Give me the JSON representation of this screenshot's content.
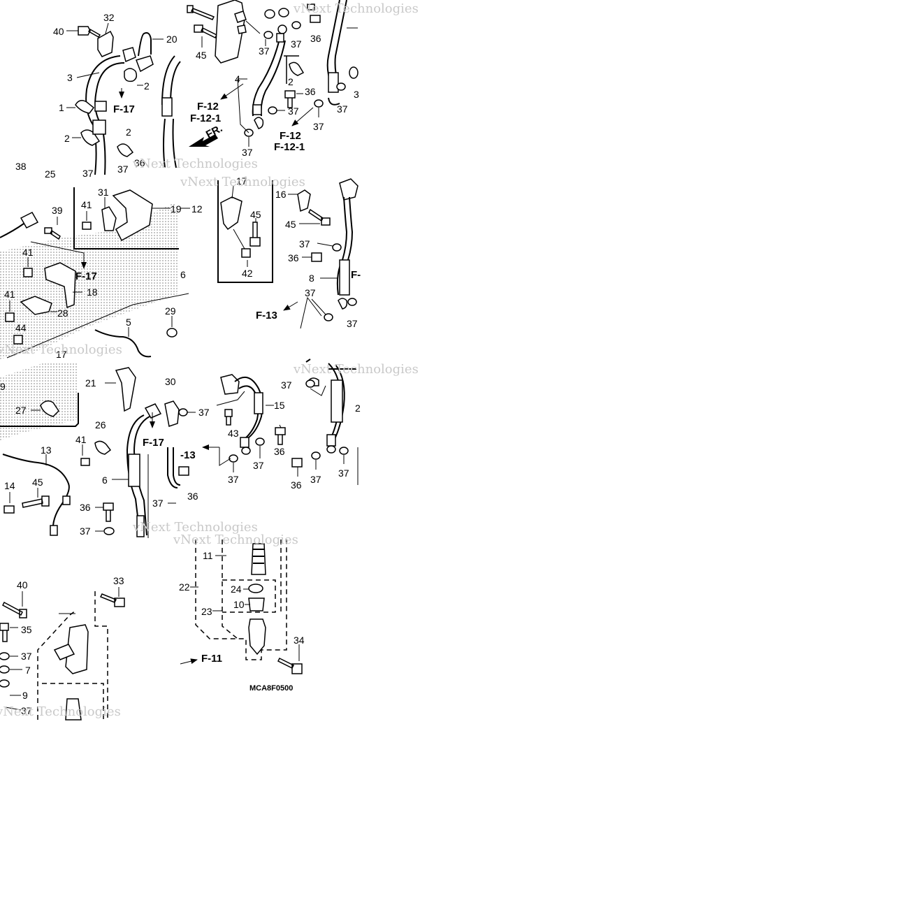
{
  "diagram": {
    "code": "MCA8F0500",
    "front_label": "FR.",
    "watermark": "vNext Technologies",
    "refs": {
      "f17_a": "F-17",
      "f17_b": "F-17",
      "f17_c": "F-17",
      "f12_a": "F-12",
      "f121_a": "F-12-1",
      "f12_b": "F-12",
      "f121_b": "F-12-1",
      "f13_a": "F-13",
      "f13_b": "-13",
      "f11": "F-11",
      "f1_cut": "F-"
    },
    "labels": {
      "p1_40": "40",
      "p1_32": "32",
      "p1_20": "20",
      "p1_3": "3",
      "p1_2a": "2",
      "p1_1": "1",
      "p1_2b": "2",
      "p1_2c": "2",
      "p1_37": "37",
      "p1_38": "38",
      "p1_25": "25",
      "p1_37b": "37",
      "p1_36": "36",
      "p2_45": "45",
      "p2_37a": "37",
      "p2_37b": "37",
      "p2_36a": "36",
      "p2_2": "2",
      "p2_36b": "36",
      "p2_4": "4",
      "p2_37c": "37",
      "p2_37d": "37",
      "p2_37e": "37",
      "p2_37f": "37",
      "p2_3": "3",
      "p3_39": "39",
      "p3_41a": "41",
      "p3_31": "31",
      "p3_19": "19",
      "p3_12": "12",
      "p3_41b": "41",
      "p3_18": "18",
      "p3_6": "6",
      "p3_41c": "41",
      "p3_28": "28",
      "p3_29": "29",
      "p3_44": "44",
      "p3_5": "5",
      "p3_17": "17",
      "p4_17": "17",
      "p4_16": "16",
      "p4_45a": "45",
      "p4_45b": "45",
      "p4_42": "42",
      "p4_37a": "37",
      "p4_36": "36",
      "p4_8": "8",
      "p4_37b": "37",
      "p4_37c": "37",
      "p5_9": "9",
      "p5_21": "21",
      "p5_30": "30",
      "p5_37a": "37",
      "p5_27": "27",
      "p5_26": "26",
      "p5_41": "41",
      "p5_13": "13",
      "p5_14": "14",
      "p5_45": "45",
      "p5_6": "6",
      "p5_36a": "36",
      "p5_37b": "37",
      "p5_37c": "37",
      "p5_36b": "36",
      "p6_37a": "37",
      "p6_15": "15",
      "p6_2": "2",
      "p6_43": "43",
      "p6_36a": "36",
      "p6_37b": "37",
      "p6_37c": "37",
      "p6_36b": "36",
      "p6_37d": "37",
      "p6_37e": "37",
      "p7_40": "40",
      "p7_33": "33",
      "p7_35": "35",
      "p7_37a": "37",
      "p7_7": "7",
      "p7_9": "9",
      "p7_37b": "37",
      "p8_11": "11",
      "p8_22": "22",
      "p8_24": "24",
      "p8_10": "10",
      "p8_23": "23",
      "p8_34": "34"
    }
  }
}
